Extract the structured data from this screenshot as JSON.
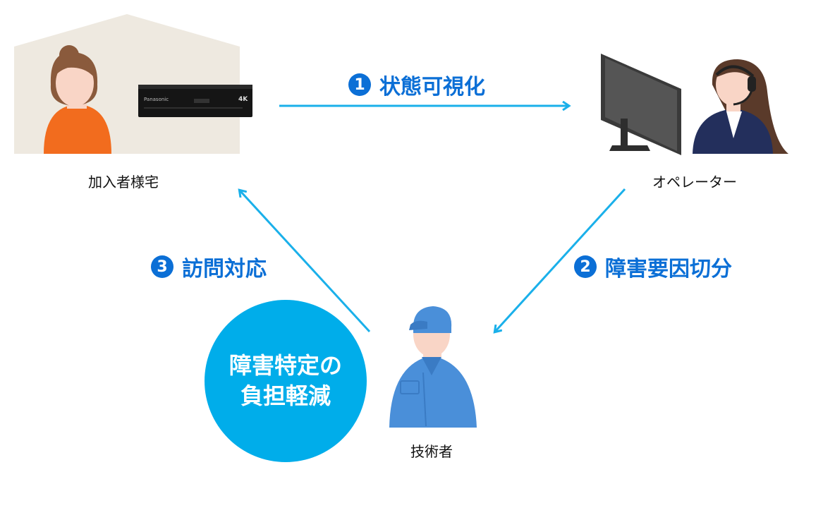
{
  "labels": {
    "home": "加入者様宅",
    "operator": "オペレーター",
    "technician": "技術者"
  },
  "steps": [
    {
      "number": "1",
      "text": "状態可視化"
    },
    {
      "number": "2",
      "text": "障害要因切分"
    },
    {
      "number": "3",
      "text": "訪問対応"
    }
  ],
  "highlight": {
    "line1": "障害特定の",
    "line2": "負担軽減"
  },
  "device": {
    "brand": "Panasonic",
    "badge": "4K"
  },
  "colors": {
    "arrow": "#1ab0ea",
    "step_text": "#0b6fd6",
    "circle": "#00adea",
    "house": "#eee9e0",
    "woman_shirt": "#f26c1e",
    "skin": "#f9d5c6",
    "technician_uniform": "#4a8fd9",
    "operator_suit": "#232f5c",
    "monitor": "#3a3a3a"
  },
  "icons": [
    "house-icon",
    "set-top-box-icon",
    "monitor-icon",
    "headset-operator-icon",
    "technician-icon",
    "customer-icon"
  ]
}
